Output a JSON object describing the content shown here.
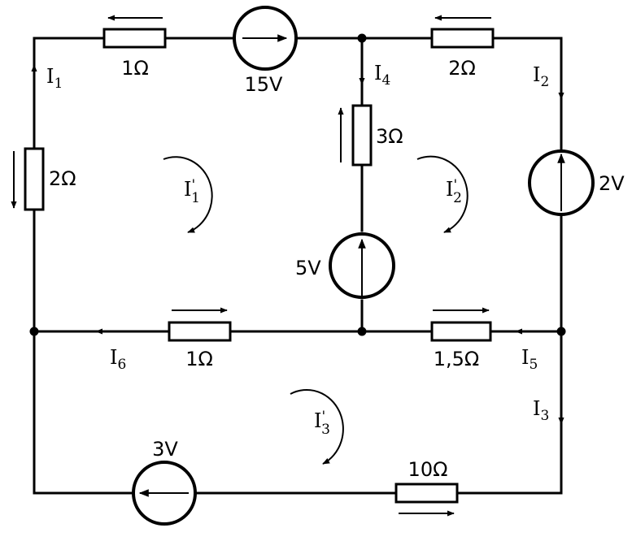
{
  "components": {
    "r_top_left": "1Ω",
    "source_top": "15V",
    "r_top_right": "2Ω",
    "r_left": "2Ω",
    "r_middle": "3Ω",
    "source_right": "2V",
    "source_middle": "5V",
    "r_mid_left": "1Ω",
    "r_mid_right": "1,5Ω",
    "source_bottom": "3V",
    "r_bottom": "10Ω"
  },
  "currents": {
    "i1": {
      "main": "I",
      "sub": "1"
    },
    "i2": {
      "main": "I",
      "sub": "2"
    },
    "i3": {
      "main": "I",
      "sub": "3"
    },
    "i4": {
      "main": "I",
      "sub": "4"
    },
    "i5": {
      "main": "I",
      "sub": "5"
    },
    "i6": {
      "main": "I",
      "sub": "6"
    }
  },
  "loops": {
    "l1": {
      "main": "I",
      "sub": "1",
      "mark": "'"
    },
    "l2": {
      "main": "I",
      "sub": "2",
      "mark": "'"
    },
    "l3": {
      "main": "I",
      "sub": "3",
      "mark": "'"
    }
  }
}
